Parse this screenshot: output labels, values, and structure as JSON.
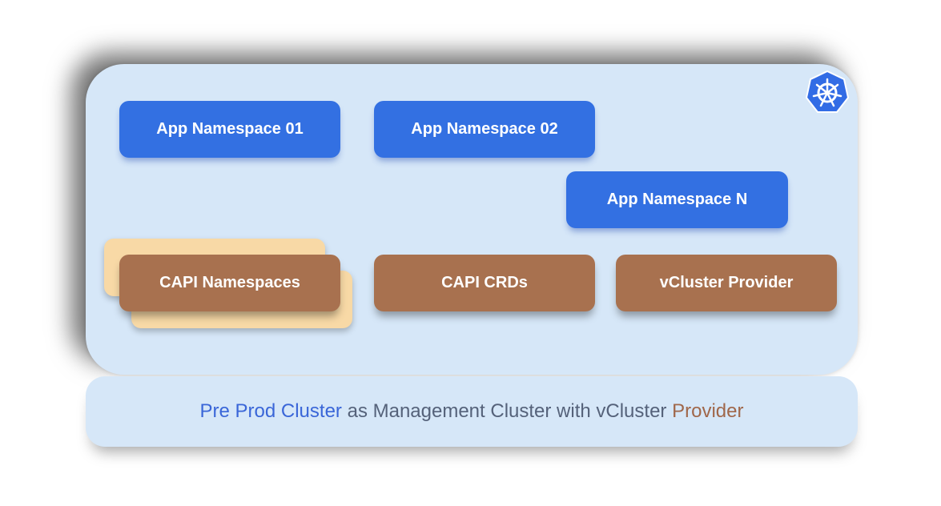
{
  "namespaces": {
    "app_ns_01": "App Namespace 01",
    "app_ns_02": "App Namespace 02",
    "app_ns_n": "App Namespace N"
  },
  "capi": {
    "namespaces": "CAPI Namespaces",
    "crds": "CAPI CRDs",
    "vcluster_provider": "vCluster Provider"
  },
  "caption": {
    "part1": "Pre Prod Cluster",
    "part2": " as Management Cluster with vCluster ",
    "part3": "Provider"
  },
  "logo": {
    "icon": "kubernetes-helm-wheel-icon"
  },
  "colors": {
    "panel": "#d6e7f8",
    "namespace_box": "#3370e2",
    "capi_box": "#a8714f",
    "stack_highlight": "#f8d9a6",
    "caption_blue": "#3a66d8",
    "caption_brown": "#a0674a"
  }
}
